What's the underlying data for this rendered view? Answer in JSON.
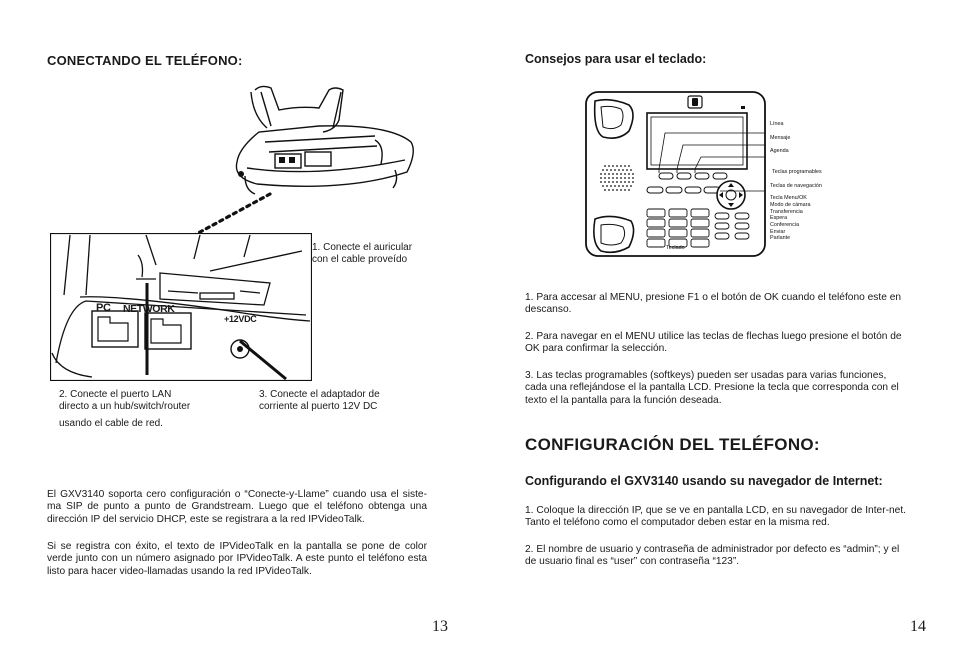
{
  "left_page": {
    "heading": "CONECTANDO EL TELÉFONO:",
    "step1_line1": "1. Conecte el auricular",
    "step1_line2": "con el cable proveído",
    "step2_line1": "2. Conecte el puerto LAN",
    "step2_line2": "directo a un hub/switch/router",
    "step2_line3": "usando el cable de red.",
    "step3_line1": "3. Conecte el adaptador de",
    "step3_line2": "corriente al puerto 12V DC",
    "port_pc": "PC",
    "port_network": "NETWORK",
    "port_power": "+12VDC",
    "para1": "El GXV3140 soporta cero configuración o “Conecte-y-Llame” cuando usa el siste-ma SIP de punto a punto de Grandstream. Luego que el teléfono obtenga una dirección IP del servicio DHCP, este se registrara a la red IPVideoTalk.",
    "para2": "Si se registra con éxito, el texto de IPVideoTalk en la pantalla se pone de color verde junto con un número asignado por IPVideoTalk. A este punto el teléfono esta listo para hacer video-llamadas usando la red IPVideoTalk.",
    "page_number": "13"
  },
  "right_page": {
    "heading_keys": "Consejos para usar el teclado:",
    "key_labels": {
      "linea": "Línea",
      "mensaje": "Mensaje",
      "agenda": "Agenda",
      "softkeys": "Teclas programables",
      "nav": "Teclas de navegación",
      "menu_ok": "Tecla Menu/OK",
      "camara": "Modo de cámara",
      "transfer": "Transferencia",
      "espera": "Espera",
      "conferencia": "Conferencia",
      "enviar": "Enviar",
      "parlante": "Parlante",
      "teclado": "Teclado"
    },
    "tip1": "1. Para accesar al MENU, presione F1 o el botón de OK cuando el teléfono este en descanso.",
    "tip2": "2. Para navegar en el MENU utilice las teclas de flechas luego presione el botón de OK para confirmar la selección.",
    "tip3": "3. Las teclas programables (softkeys) pueden ser usadas para varias funciones, cada una reflejándose el la pantalla LCD. Presione la tecla que corresponda con el texto el la pantalla para la función deseada.",
    "heading_config": "CONFIGURACIÓN DEL TELÉFONO:",
    "subheading_config": "Configurando el GXV3140 usando su navegador de Internet:",
    "cfg1": "1. Coloque la dirección IP, que se ve en pantalla LCD, en su navegador de Inter-net. Tanto el teléfono como el computador deben estar en la misma red.",
    "cfg2": "2. El nombre de usuario y contraseña de administrador por defecto es “admin”; y el de usuario final es “user” con contraseña “123”.",
    "page_number": "14"
  }
}
